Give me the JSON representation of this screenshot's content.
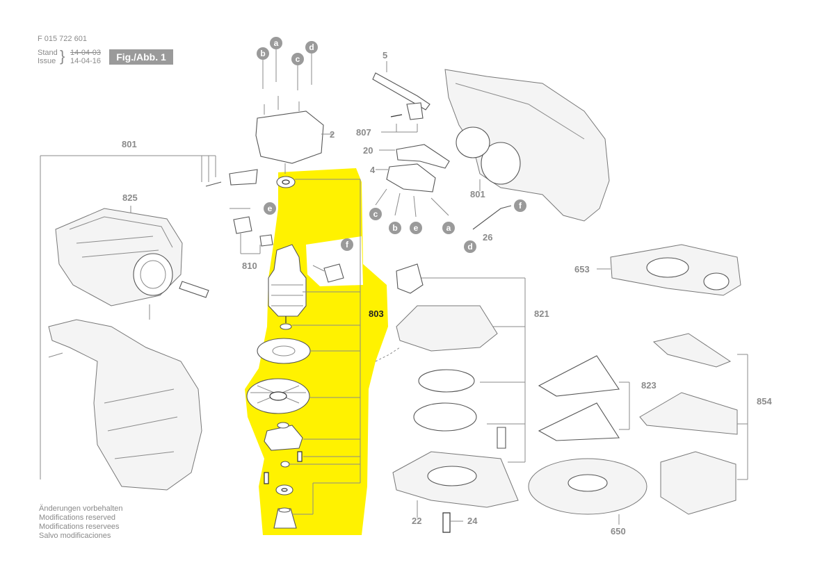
{
  "header": {
    "doc_id": "F 015 722 601",
    "stand_label": "Stand",
    "issue_label": "Issue",
    "stand_date": "14-04-03",
    "issue_date": "14-04-16",
    "figure_label": "Fig./Abb. 1"
  },
  "notes": [
    "Änderungen vorbehalten",
    "Modifications reserved",
    "Modifications reservees",
    "Salvo modificaciones"
  ],
  "highlight_color": "#fff200",
  "part_labels": {
    "p801a": "801",
    "p825": "825",
    "p2": "2",
    "p5": "5",
    "p807": "807",
    "p20": "20",
    "p4": "4",
    "p801b": "801",
    "p810": "810",
    "p803": "803",
    "p26": "26",
    "p653": "653",
    "p821": "821",
    "p823": "823",
    "p854": "854",
    "p22": "22",
    "p24": "24",
    "p650": "650"
  },
  "callouts": {
    "top_b": "b",
    "top_a": "a",
    "top_c": "c",
    "top_d": "d",
    "mid_e": "e",
    "mid_f": "f",
    "lead_c": "c",
    "lead_b": "b",
    "lead_e": "e",
    "lead_a": "a",
    "lead_f": "f",
    "lead_d": "d"
  }
}
